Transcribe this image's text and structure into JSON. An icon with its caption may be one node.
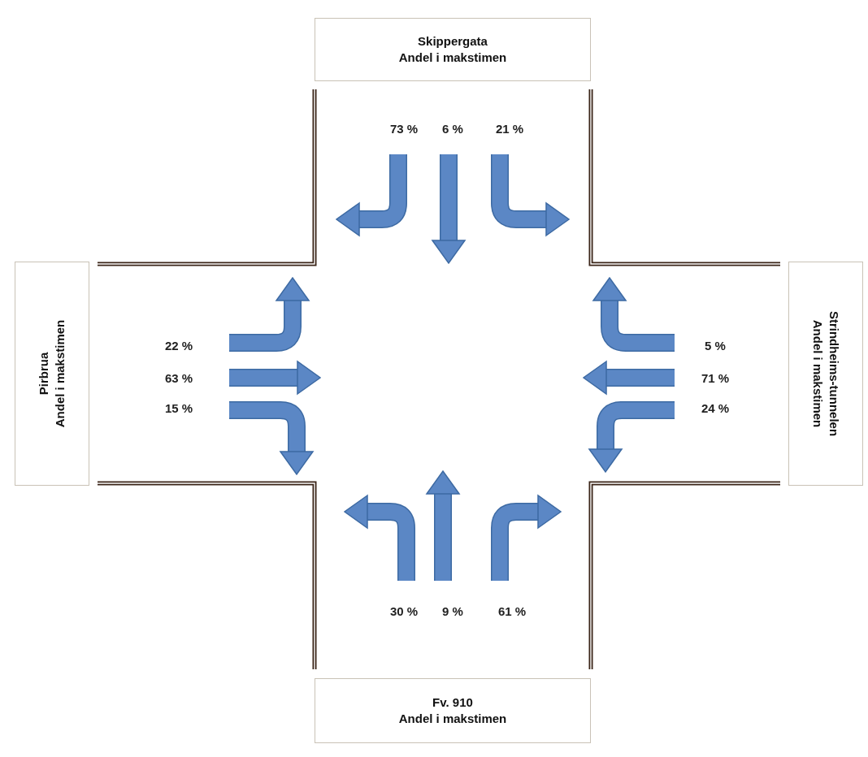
{
  "diagram": {
    "nodes": [
      {
        "text": [
          "Skippergata",
          "Andel i makstimen"
        ]
      },
      {
        "text": [
          "Pirbrua",
          "Andel i makstimen"
        ]
      },
      {
        "text": [
          "Strindheims-tunnelen",
          "Andel i makstimen"
        ]
      },
      {
        "text": [
          "Fv. 910",
          "Andel i makstimen"
        ]
      }
    ],
    "labels": [
      "73 %",
      "6 %",
      "21 %",
      "22 %",
      "5 %",
      "63 %",
      "71 %",
      "15 %",
      "24 %",
      "30 %",
      "9 %",
      "61 %"
    ]
  }
}
